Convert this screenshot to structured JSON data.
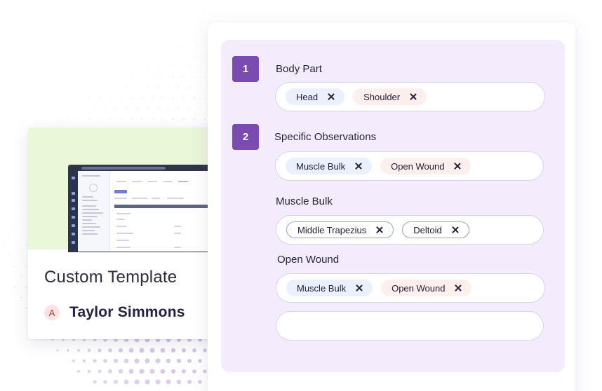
{
  "template_card": {
    "title": "Custom Template",
    "author_initial": "A",
    "author_name": "Taylor Simmons"
  },
  "form": {
    "sections": [
      {
        "step": "1",
        "label": "Body Part",
        "tags": [
          {
            "text": "Head",
            "style": "blue"
          },
          {
            "text": "Shoulder",
            "style": "peach"
          }
        ]
      },
      {
        "step": "2",
        "label": "Specific Observations",
        "tags": [
          {
            "text": "Muscle Bulk",
            "style": "blue"
          },
          {
            "text": "Open Wound",
            "style": "peach"
          }
        ]
      },
      {
        "step": "",
        "label": "Muscle Bulk",
        "tags": [
          {
            "text": "Middle Trapezius",
            "style": "outlined"
          },
          {
            "text": "Deltoid",
            "style": "outlined"
          }
        ]
      },
      {
        "step": "",
        "label": "Open Wound",
        "tags": [
          {
            "text": "Muscle Bulk",
            "style": "blue"
          },
          {
            "text": "Open Wound",
            "style": "peach"
          }
        ]
      }
    ],
    "empty_field_value": ""
  },
  "colors": {
    "accent_purple": "#7a4bb0",
    "panel_lavender": "#f4ecfc",
    "preview_green": "#eaf7d9",
    "tag_blue": "#eaf1fc",
    "tag_peach": "#fdf0ec"
  },
  "icons": {
    "tag_remove": "close-icon"
  }
}
